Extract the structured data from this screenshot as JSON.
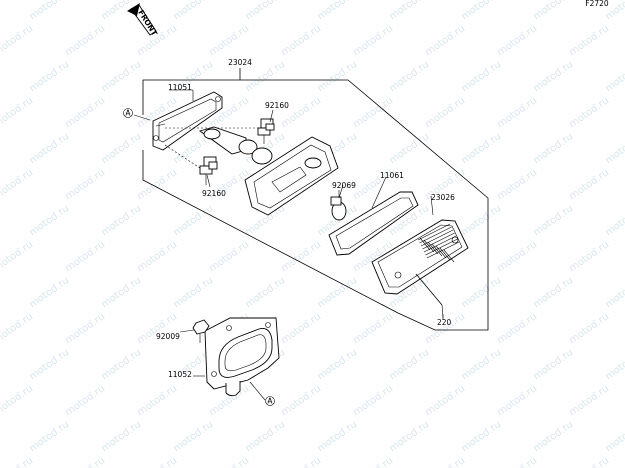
{
  "diagram": {
    "figure_code": "F2720",
    "front_label": "FRONT",
    "watermark": "motod.ru",
    "parts": [
      {
        "id": "23024"
      },
      {
        "id": "11051"
      },
      {
        "id": "92160"
      },
      {
        "id": "92160"
      },
      {
        "id": "92069"
      },
      {
        "id": "11061"
      },
      {
        "id": "23026"
      },
      {
        "id": "220"
      },
      {
        "id": "92009"
      },
      {
        "id": "11052"
      }
    ],
    "callouts": [
      "A",
      "A"
    ]
  }
}
